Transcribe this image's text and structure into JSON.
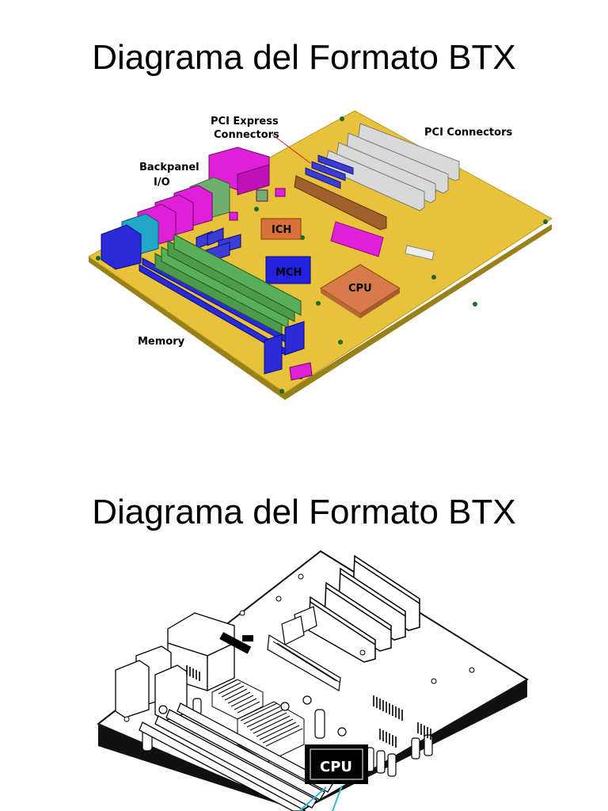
{
  "slides": [
    {
      "title": "Diagrama del Formato BTX",
      "labels": {
        "pci_express_line1": "PCI Express",
        "pci_express_line2": "Connectors",
        "pci_connectors": "PCI Connectors",
        "backpanel_line1": "Backpanel",
        "backpanel_line2": "I/O",
        "ich": "ICH",
        "mch": "MCH",
        "cpu": "CPU",
        "memory": "Memory"
      },
      "colors": {
        "board": "#e8c23a",
        "board_edge": "#b89a1e",
        "pci_slot": "#d9d9d9",
        "pcie_slot": "#3b3bd6",
        "pcie_long_slot": "#a0602a",
        "io": "#e020d8",
        "io_green": "#6fae6f",
        "io_blue": "#2a2ad8",
        "io_cyan": "#22a7c8",
        "ich": "#d8703a",
        "mch": "#2222e0",
        "cpu": "#d77b4a",
        "memory": "#4d9a4d",
        "mounting_hole": "#1b6b2b"
      }
    },
    {
      "title": "Diagrama del Formato BTX",
      "labels": {
        "cpu": "CPU"
      },
      "colors": {
        "line": "#000000",
        "board": "#ffffff",
        "board_edge": "#111111",
        "accent": "#33b8d8"
      }
    }
  ]
}
